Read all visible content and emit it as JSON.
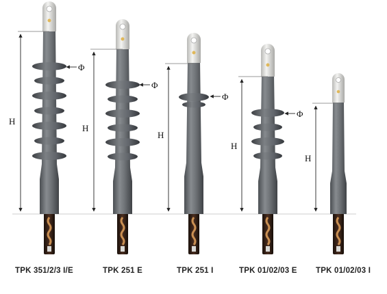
{
  "dimension_labels": {
    "height": "H",
    "diameter": "Φ"
  },
  "products": [
    {
      "name": "TPK 351/2/3 I/E"
    },
    {
      "name": "TPK 251 E"
    },
    {
      "name": "TPK 251 I"
    },
    {
      "name": "TPK 01/02/03 E"
    },
    {
      "name": "TPK 01/02/03 I"
    }
  ],
  "colors": {
    "insulator_body": "#6d7175",
    "insulator_shadow": "#4a4d51",
    "lug": "#e8e8e6",
    "cable": "#2b1a12",
    "braid": "#c98f52"
  }
}
